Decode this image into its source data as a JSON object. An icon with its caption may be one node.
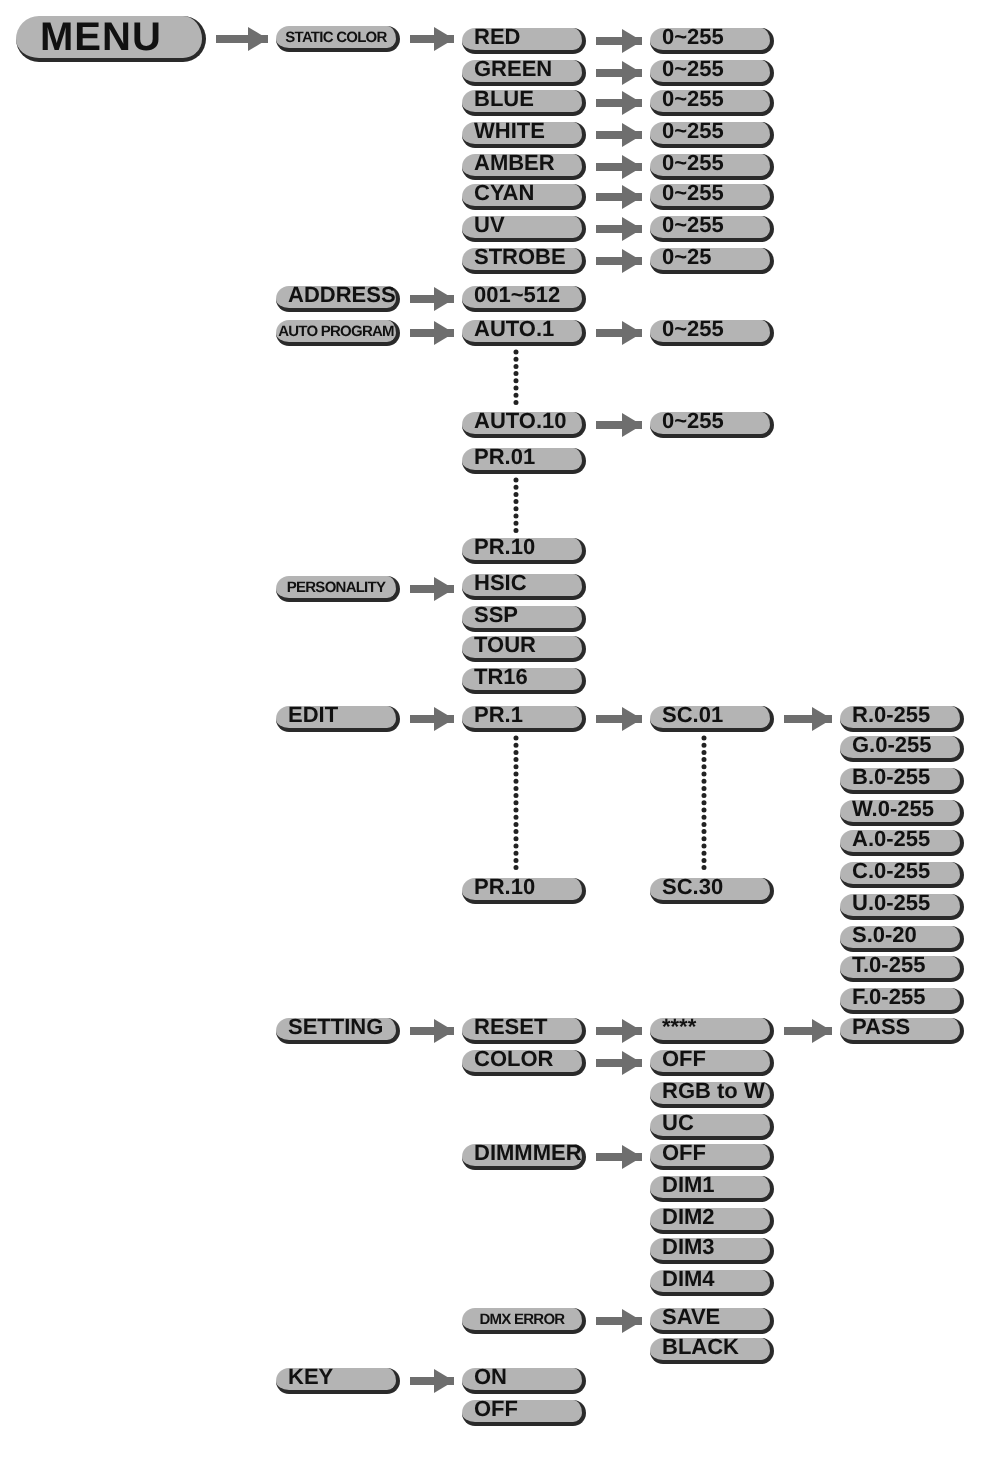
{
  "diagram": {
    "nodes": [
      {
        "text": [
          "MENU"
        ]
      },
      {
        "text": [
          "STATIC COLOR"
        ]
      },
      {
        "text": [
          "RED"
        ]
      },
      {
        "text": [
          "0~255"
        ]
      },
      {
        "text": [
          "GREEN"
        ]
      },
      {
        "text": [
          "0~255"
        ]
      },
      {
        "text": [
          "BLUE"
        ]
      },
      {
        "text": [
          "0~255"
        ]
      },
      {
        "text": [
          "WHITE"
        ]
      },
      {
        "text": [
          "0~255"
        ]
      },
      {
        "text": [
          "AMBER"
        ]
      },
      {
        "text": [
          "0~255"
        ]
      },
      {
        "text": [
          "CYAN"
        ]
      },
      {
        "text": [
          "0~255"
        ]
      },
      {
        "text": [
          "UV"
        ]
      },
      {
        "text": [
          "0~255"
        ]
      },
      {
        "text": [
          "STROBE"
        ]
      },
      {
        "text": [
          "0~25"
        ]
      },
      {
        "text": [
          "ADDRESS"
        ]
      },
      {
        "text": [
          "001~512"
        ]
      },
      {
        "text": [
          "AUTO PROGRAM"
        ]
      },
      {
        "text": [
          "AUTO.1"
        ]
      },
      {
        "text": [
          "0~255"
        ]
      },
      {
        "text": [
          "AUTO.10"
        ]
      },
      {
        "text": [
          "0~255"
        ]
      },
      {
        "text": [
          "PR.01"
        ]
      },
      {
        "text": [
          "PR.10"
        ]
      },
      {
        "text": [
          "PERSONALITY"
        ]
      },
      {
        "text": [
          "HSIC"
        ]
      },
      {
        "text": [
          "SSP"
        ]
      },
      {
        "text": [
          "TOUR"
        ]
      },
      {
        "text": [
          "TR16"
        ]
      },
      {
        "text": [
          "EDIT"
        ]
      },
      {
        "text": [
          "PR.1"
        ]
      },
      {
        "text": [
          "SC.01"
        ]
      },
      {
        "text": [
          "R.0-255"
        ]
      },
      {
        "text": [
          "G.0-255"
        ]
      },
      {
        "text": [
          "B.0-255"
        ]
      },
      {
        "text": [
          "W.0-255"
        ]
      },
      {
        "text": [
          "A.0-255"
        ]
      },
      {
        "text": [
          "C.0-255"
        ]
      },
      {
        "text": [
          "PR.10"
        ]
      },
      {
        "text": [
          "SC.30"
        ]
      },
      {
        "text": [
          "U.0-255"
        ]
      },
      {
        "text": [
          "S.0-20"
        ]
      },
      {
        "text": [
          "T.0-255"
        ]
      },
      {
        "text": [
          "F.0-255"
        ]
      },
      {
        "text": [
          "SETTING"
        ]
      },
      {
        "text": [
          "RESET"
        ]
      },
      {
        "text": [
          "****"
        ]
      },
      {
        "text": [
          "PASS"
        ]
      },
      {
        "text": [
          "COLOR"
        ]
      },
      {
        "text": [
          "OFF"
        ]
      },
      {
        "text": [
          "RGB to W"
        ]
      },
      {
        "text": [
          "UC"
        ]
      },
      {
        "text": [
          "DIMMMER"
        ]
      },
      {
        "text": [
          "OFF"
        ]
      },
      {
        "text": [
          "DIM1"
        ]
      },
      {
        "text": [
          "DIM2"
        ]
      },
      {
        "text": [
          "DIM3"
        ]
      },
      {
        "text": [
          "DIM4"
        ]
      },
      {
        "text": [
          "DMX ERROR"
        ]
      },
      {
        "text": [
          "SAVE"
        ]
      },
      {
        "text": [
          "BLACK"
        ]
      },
      {
        "text": [
          "KEY"
        ]
      },
      {
        "text": [
          "ON"
        ]
      },
      {
        "text": [
          "OFF"
        ]
      }
    ],
    "edges": [
      {
        "from": 0,
        "to": 1,
        "arrow": "to"
      },
      {
        "from": 1,
        "to": 2,
        "arrow": "to"
      },
      {
        "from": 2,
        "to": 3,
        "arrow": "to"
      },
      {
        "from": 4,
        "to": 5,
        "arrow": "to"
      },
      {
        "from": 6,
        "to": 7,
        "arrow": "to"
      },
      {
        "from": 8,
        "to": 9,
        "arrow": "to"
      },
      {
        "from": 10,
        "to": 11,
        "arrow": "to"
      },
      {
        "from": 12,
        "to": 13,
        "arrow": "to"
      },
      {
        "from": 14,
        "to": 15,
        "arrow": "to"
      },
      {
        "from": 16,
        "to": 17,
        "arrow": "to"
      },
      {
        "from": 18,
        "to": 19,
        "arrow": "to"
      },
      {
        "from": 20,
        "to": 21,
        "arrow": "to"
      },
      {
        "from": 21,
        "to": 22,
        "arrow": "to"
      },
      {
        "from": 23,
        "to": 24,
        "arrow": "to"
      },
      {
        "from": 27,
        "to": 28,
        "arrow": "to"
      },
      {
        "from": 32,
        "to": 33,
        "arrow": "to"
      },
      {
        "from": 33,
        "to": 34,
        "arrow": "to"
      },
      {
        "from": 34,
        "to": 35,
        "arrow": "to"
      },
      {
        "from": 47,
        "to": 48,
        "arrow": "to"
      },
      {
        "from": 48,
        "to": 49,
        "arrow": "to"
      },
      {
        "from": 49,
        "to": 50,
        "arrow": "to"
      },
      {
        "from": 51,
        "to": 52,
        "arrow": "to"
      },
      {
        "from": 55,
        "to": 56,
        "arrow": "to"
      },
      {
        "from": 61,
        "to": 62,
        "arrow": "to"
      },
      {
        "from": 64,
        "to": 65,
        "arrow": "to"
      },
      {
        "from": 21,
        "to": 23,
        "arrow": "none",
        "style": "dashed"
      },
      {
        "from": 25,
        "to": 26,
        "arrow": "none",
        "style": "dashed"
      },
      {
        "from": 33,
        "to": 41,
        "arrow": "none",
        "style": "dashed"
      },
      {
        "from": 34,
        "to": 42,
        "arrow": "none",
        "style": "dashed"
      }
    ]
  }
}
